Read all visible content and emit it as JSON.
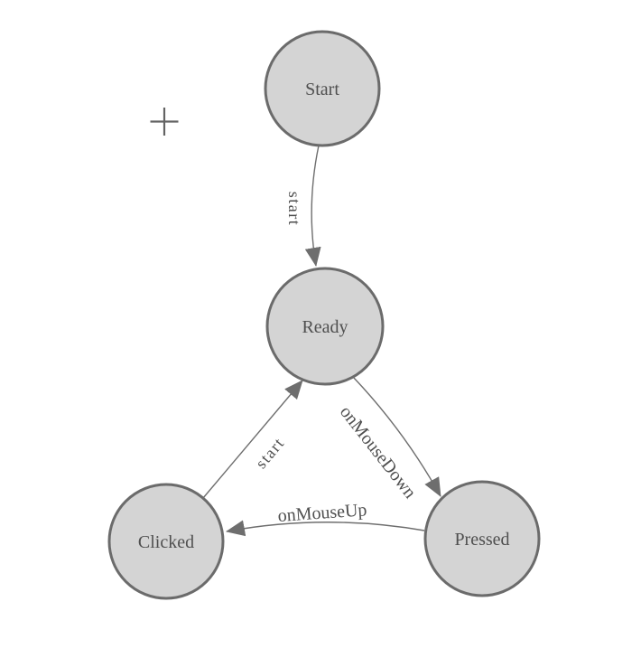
{
  "diagram": {
    "kind": "finite-state-machine",
    "background": "#ffffff"
  },
  "icons": {
    "add_tool": "plus-icon"
  },
  "colors": {
    "node_fill": "#d4d4d4",
    "node_stroke": "#6b6b6b",
    "edge_color": "#6e6e6e",
    "label_color": "#4f4f4f",
    "tool_color": "#636363",
    "background": "#ffffff"
  },
  "nodes": [
    {
      "id": "start",
      "label": "Start"
    },
    {
      "id": "ready",
      "label": "Ready"
    },
    {
      "id": "clicked",
      "label": "Clicked"
    },
    {
      "id": "pressed",
      "label": "Pressed"
    }
  ],
  "edges": [
    {
      "from": "Start",
      "to": "Ready",
      "label": "start"
    },
    {
      "from": "Clicked",
      "to": "Ready",
      "label": "start"
    },
    {
      "from": "Ready",
      "to": "Pressed",
      "label": "onMouseDown"
    },
    {
      "from": "Pressed",
      "to": "Clicked",
      "label": "onMouseUp"
    }
  ]
}
